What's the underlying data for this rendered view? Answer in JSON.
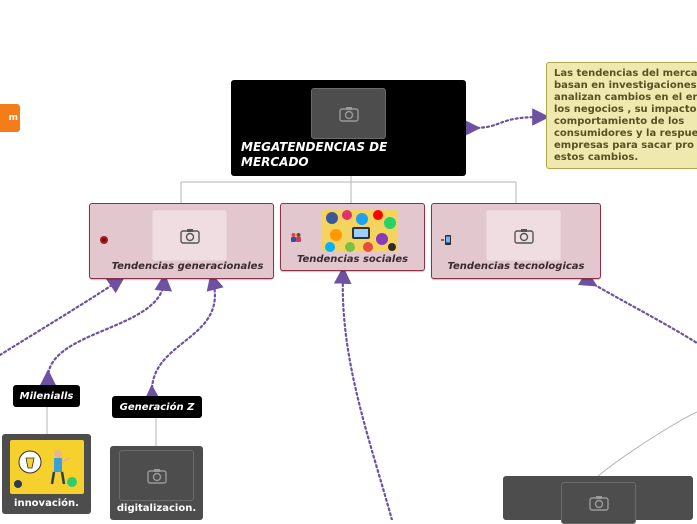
{
  "main_topic": {
    "title": "MEGATENDENCIAS DE MERCADO",
    "icon": "camera-icon"
  },
  "note": {
    "text": "Las tendencias del merca\nbasan en investigaciones\nanalizan cambios en el en\nlos negocios , su impacto\ncomportamiento de los\nconsumidores y la respue\nempresas para  sacar pro\nestos cambios."
  },
  "left_tag": {
    "text": "m"
  },
  "subtopics": [
    {
      "label": "Tendencias generacionales",
      "emoji_icon": "red-bug-icon",
      "image": "camera-icon"
    },
    {
      "label": "Tendencias sociales",
      "emoji_icon": "people-icon",
      "image": "social-media-collage"
    },
    {
      "label": "Tendencias tecnologicas",
      "emoji_icon": "mobile-phone-icon",
      "image": "camera-icon"
    }
  ],
  "children": {
    "milenialls": {
      "label": "Milenialls",
      "card_caption": "innovación.",
      "image": "innovation-illustration"
    },
    "generacion_z": {
      "label": "Generación Z",
      "card_caption": "digitalizacion.",
      "image": "camera-icon"
    }
  },
  "colors": {
    "main": "#000000",
    "subtopic_fill": "#e2c7cf",
    "subtopic_border": "#8b3048",
    "note_fill": "#efe9b0",
    "connector_dotted": "#6e52a2",
    "orange": "#f47c19"
  }
}
